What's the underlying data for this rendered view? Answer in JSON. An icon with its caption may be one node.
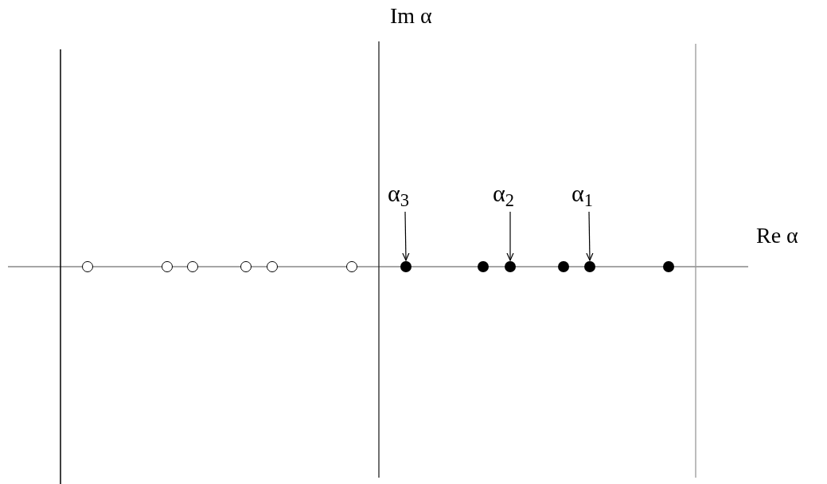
{
  "diagram": {
    "nodes": [
      {
        "text": [
          "α$_{3}$"
        ]
      },
      {
        "text": [
          "α$_{2}$"
        ]
      },
      {
        "text": [
          "α$_{1}$"
        ]
      },
      {
        "text": [],
        "shape": "circle"
      },
      {
        "text": [],
        "shape": "circle"
      },
      {
        "text": [],
        "shape": "circle"
      },
      {
        "text": [],
        "shape": "circle"
      },
      {
        "text": [],
        "shape": "circle"
      },
      {
        "text": [],
        "shape": "circle"
      },
      {
        "text": [],
        "shape": "dot"
      },
      {
        "text": [],
        "shape": "dot"
      },
      {
        "text": [],
        "shape": "dot"
      },
      {
        "text": [],
        "shape": "dot"
      },
      {
        "text": [],
        "shape": "dot"
      },
      {
        "text": [],
        "shape": "dot"
      }
    ],
    "edges": [
      {
        "from": 0,
        "to": 9,
        "arrow": "to"
      },
      {
        "from": 1,
        "to": 11,
        "arrow": "to"
      },
      {
        "from": 2,
        "to": 13,
        "arrow": "to"
      }
    ],
    "labels": [
      "Im α",
      "Re α"
    ]
  }
}
